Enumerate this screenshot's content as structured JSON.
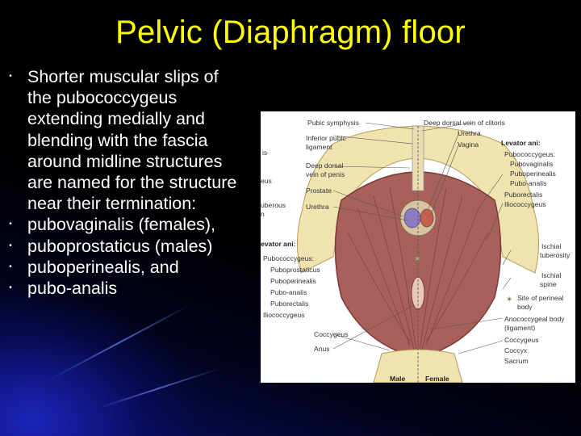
{
  "slide": {
    "title": "Pelvic (Diaphragm) floor",
    "bullets": [
      "Shorter muscular slips of the pubococcygeus extending medially and blending with the fascia around midline structures are named for the structure near their termination:",
      "pubovaginalis (females),",
      "puboprostaticus (males)",
      "puboperinealis, and",
      "pubo-analis"
    ],
    "bullet_glyph": "•"
  },
  "figure": {
    "right_labels": {
      "pubic_symphysis": "Pubic symphysis",
      "deep_dorsal_vein_clitoris": "Deep dorsal vein of clitoris",
      "urethra_r": "Urethra",
      "vagina": "Vagina",
      "levator_ani_r": "Levator ani:",
      "pubococcygeus_r": "Pubococcygeus:",
      "pubovaginalis": "Pubovaginalis",
      "puboperinealis_r": "Puboperinealis",
      "pubo_analis_r": "Pubo-analis",
      "puborectalis_r": "Puborectalis",
      "iliococcygeus_r": "Iliococcygeus",
      "ischial_tuberosity_1": "Ischial",
      "ischial_tuberosity_2": "tuberosity",
      "ischial_spine_1": "Ischial",
      "ischial_spine_2": "spine",
      "site_perineal_1": "Site of perineal",
      "site_perineal_2": "body",
      "anococcygeal_1": "Anococcygeal body",
      "anococcygeal_2": "(ligament)",
      "coccygeus_r": "Coccygeus",
      "coccyx": "Coccyx",
      "sacrum": "Sacrum"
    },
    "left_labels": {
      "is_fragment": "is",
      "inferior_pubic_1": "Inferior pubic",
      "inferior_pubic_2": "ligament",
      "eus_fragment": "eus",
      "deep_dorsal_penis_1": "Deep dorsal",
      "deep_dorsal_penis_2": "vein of penis",
      "prostate": "Prostate",
      "uberous_1": "uberous",
      "uberous_2": "n",
      "urethra_l": "Urethra",
      "levator_ani_l": "evator ani:",
      "pubococcygeus_l": "Pubococcygeus:",
      "puboprostaticus": "Puboprostaticus",
      "puboperinealis_l": "Puboperinealis",
      "pubo_analis_l": "Pubo-analis",
      "puborectalis_l": "Puborectalis",
      "iliococcygeus_l": "Iliococcygeus",
      "coccygeus_l": "Coccygeus",
      "anus": "Anus"
    },
    "bottom_labels": {
      "male": "Male",
      "female": "Female"
    },
    "colors": {
      "muscle": "#a8605a",
      "muscle_dark": "#7d3a36",
      "bone": "#efe3b0",
      "background": "#ffffff"
    }
  },
  "theme": {
    "title_color": "#ffff00",
    "text_color": "#ffffff",
    "background": "#000000",
    "accent_glow": "#1e28c8"
  }
}
